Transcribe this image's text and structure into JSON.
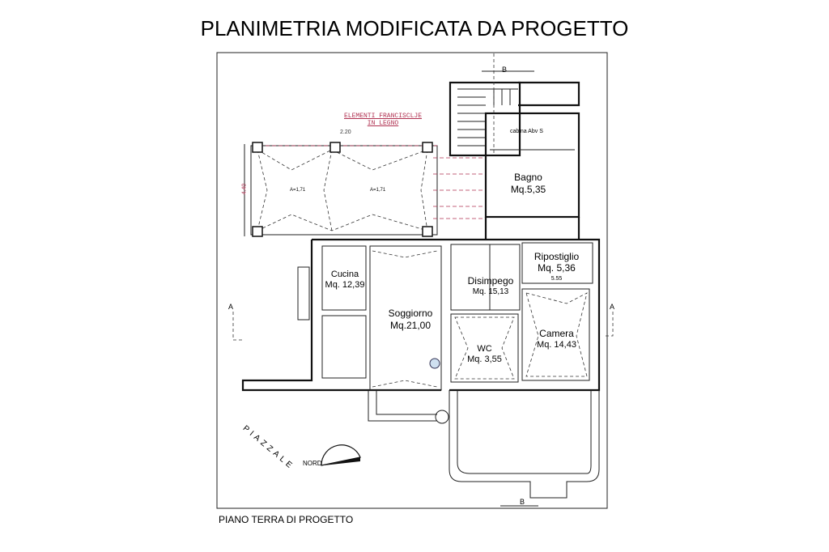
{
  "title": "PLANIMETRIA MODIFICATA DA PROGETTO",
  "annotations": {
    "elements_line1": "ELEMENTI FRANCISCLJE",
    "elements_line2": "IN LEGNO",
    "arch_left": "A=1,71",
    "arch_right": "A=1,71",
    "bagno_top": "cabina Abv S"
  },
  "dimensions": {
    "portico_width": "2.20",
    "portico_depth": "4.40"
  },
  "rooms": {
    "bagno": {
      "name": "Bagno",
      "area": "Mq.5,35"
    },
    "ripostiglio": {
      "name": "Ripostiglio",
      "area": "Mq. 5,36",
      "note": "5.55"
    },
    "cucina": {
      "name": "Cucina",
      "area": "Mq. 12,39"
    },
    "soggiorno": {
      "name": "Soggiorno",
      "area": "Mq.21,00"
    },
    "disimpego": {
      "name": "Disimpego",
      "area": "Mq. 15,13"
    },
    "wc": {
      "name": "WC",
      "area": "Mq. 3,55"
    },
    "camera": {
      "name": "Camera",
      "area": "Mq. 14,43"
    }
  },
  "section_marks": {
    "a": "A",
    "b": "B"
  },
  "labels": {
    "piazzale": "PIAZZALE",
    "north": "NORD",
    "floor": "PIANO TERRA DI PROGETTO"
  }
}
